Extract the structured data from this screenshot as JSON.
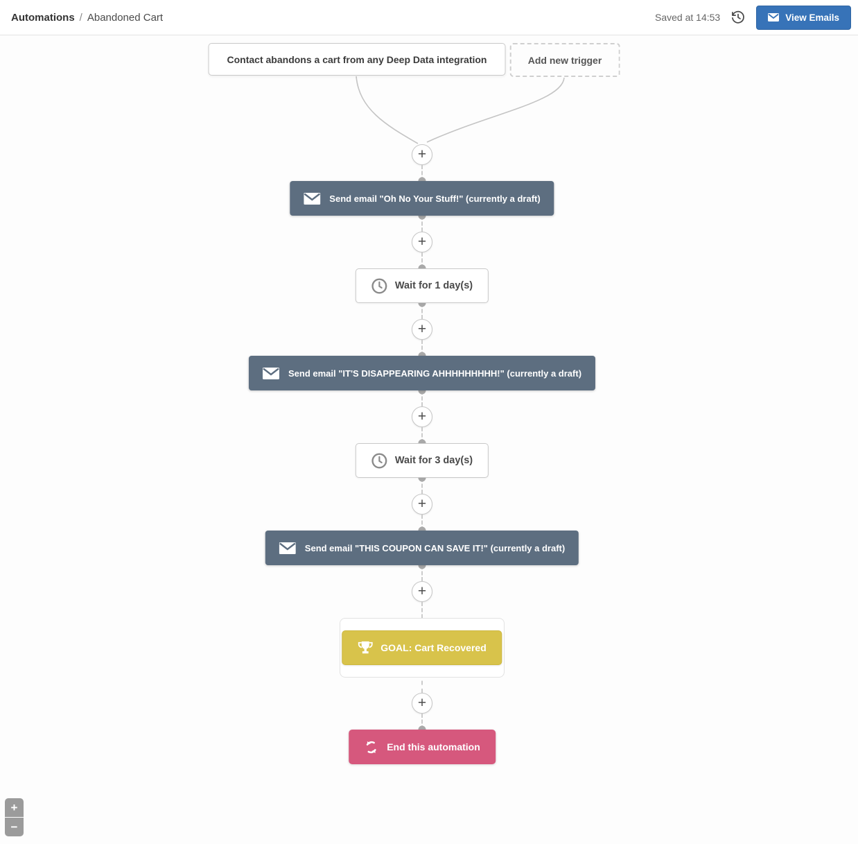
{
  "header": {
    "breadcrumb_section": "Automations",
    "breadcrumb_separator": "/",
    "breadcrumb_page": "Abandoned Cart",
    "saved_status": "Saved at 14:53",
    "view_emails_button": "View Emails"
  },
  "flow": {
    "trigger_label": "Contact abandons a cart from any Deep Data integration",
    "add_trigger_label": "Add new trigger",
    "email_1": "Send email \"Oh No Your Stuff!\" (currently a draft)",
    "wait_1": "Wait for 1 day(s)",
    "email_2": "Send email \"IT'S DISAPPEARING AHHHHHHHHH!\" (currently a draft)",
    "wait_2": "Wait for 3 day(s)",
    "email_3": "Send email \"THIS COUPON CAN SAVE IT!\" (currently a draft)",
    "goal_label": "GOAL: Cart Recovered",
    "end_label": "End this automation"
  },
  "glyphs": {
    "plus": "+",
    "minus": "−"
  },
  "colors": {
    "email_node": "#5d6e80",
    "goal_node": "#d8c34b",
    "end_node": "#d6587d",
    "primary_button": "#3773b8"
  }
}
